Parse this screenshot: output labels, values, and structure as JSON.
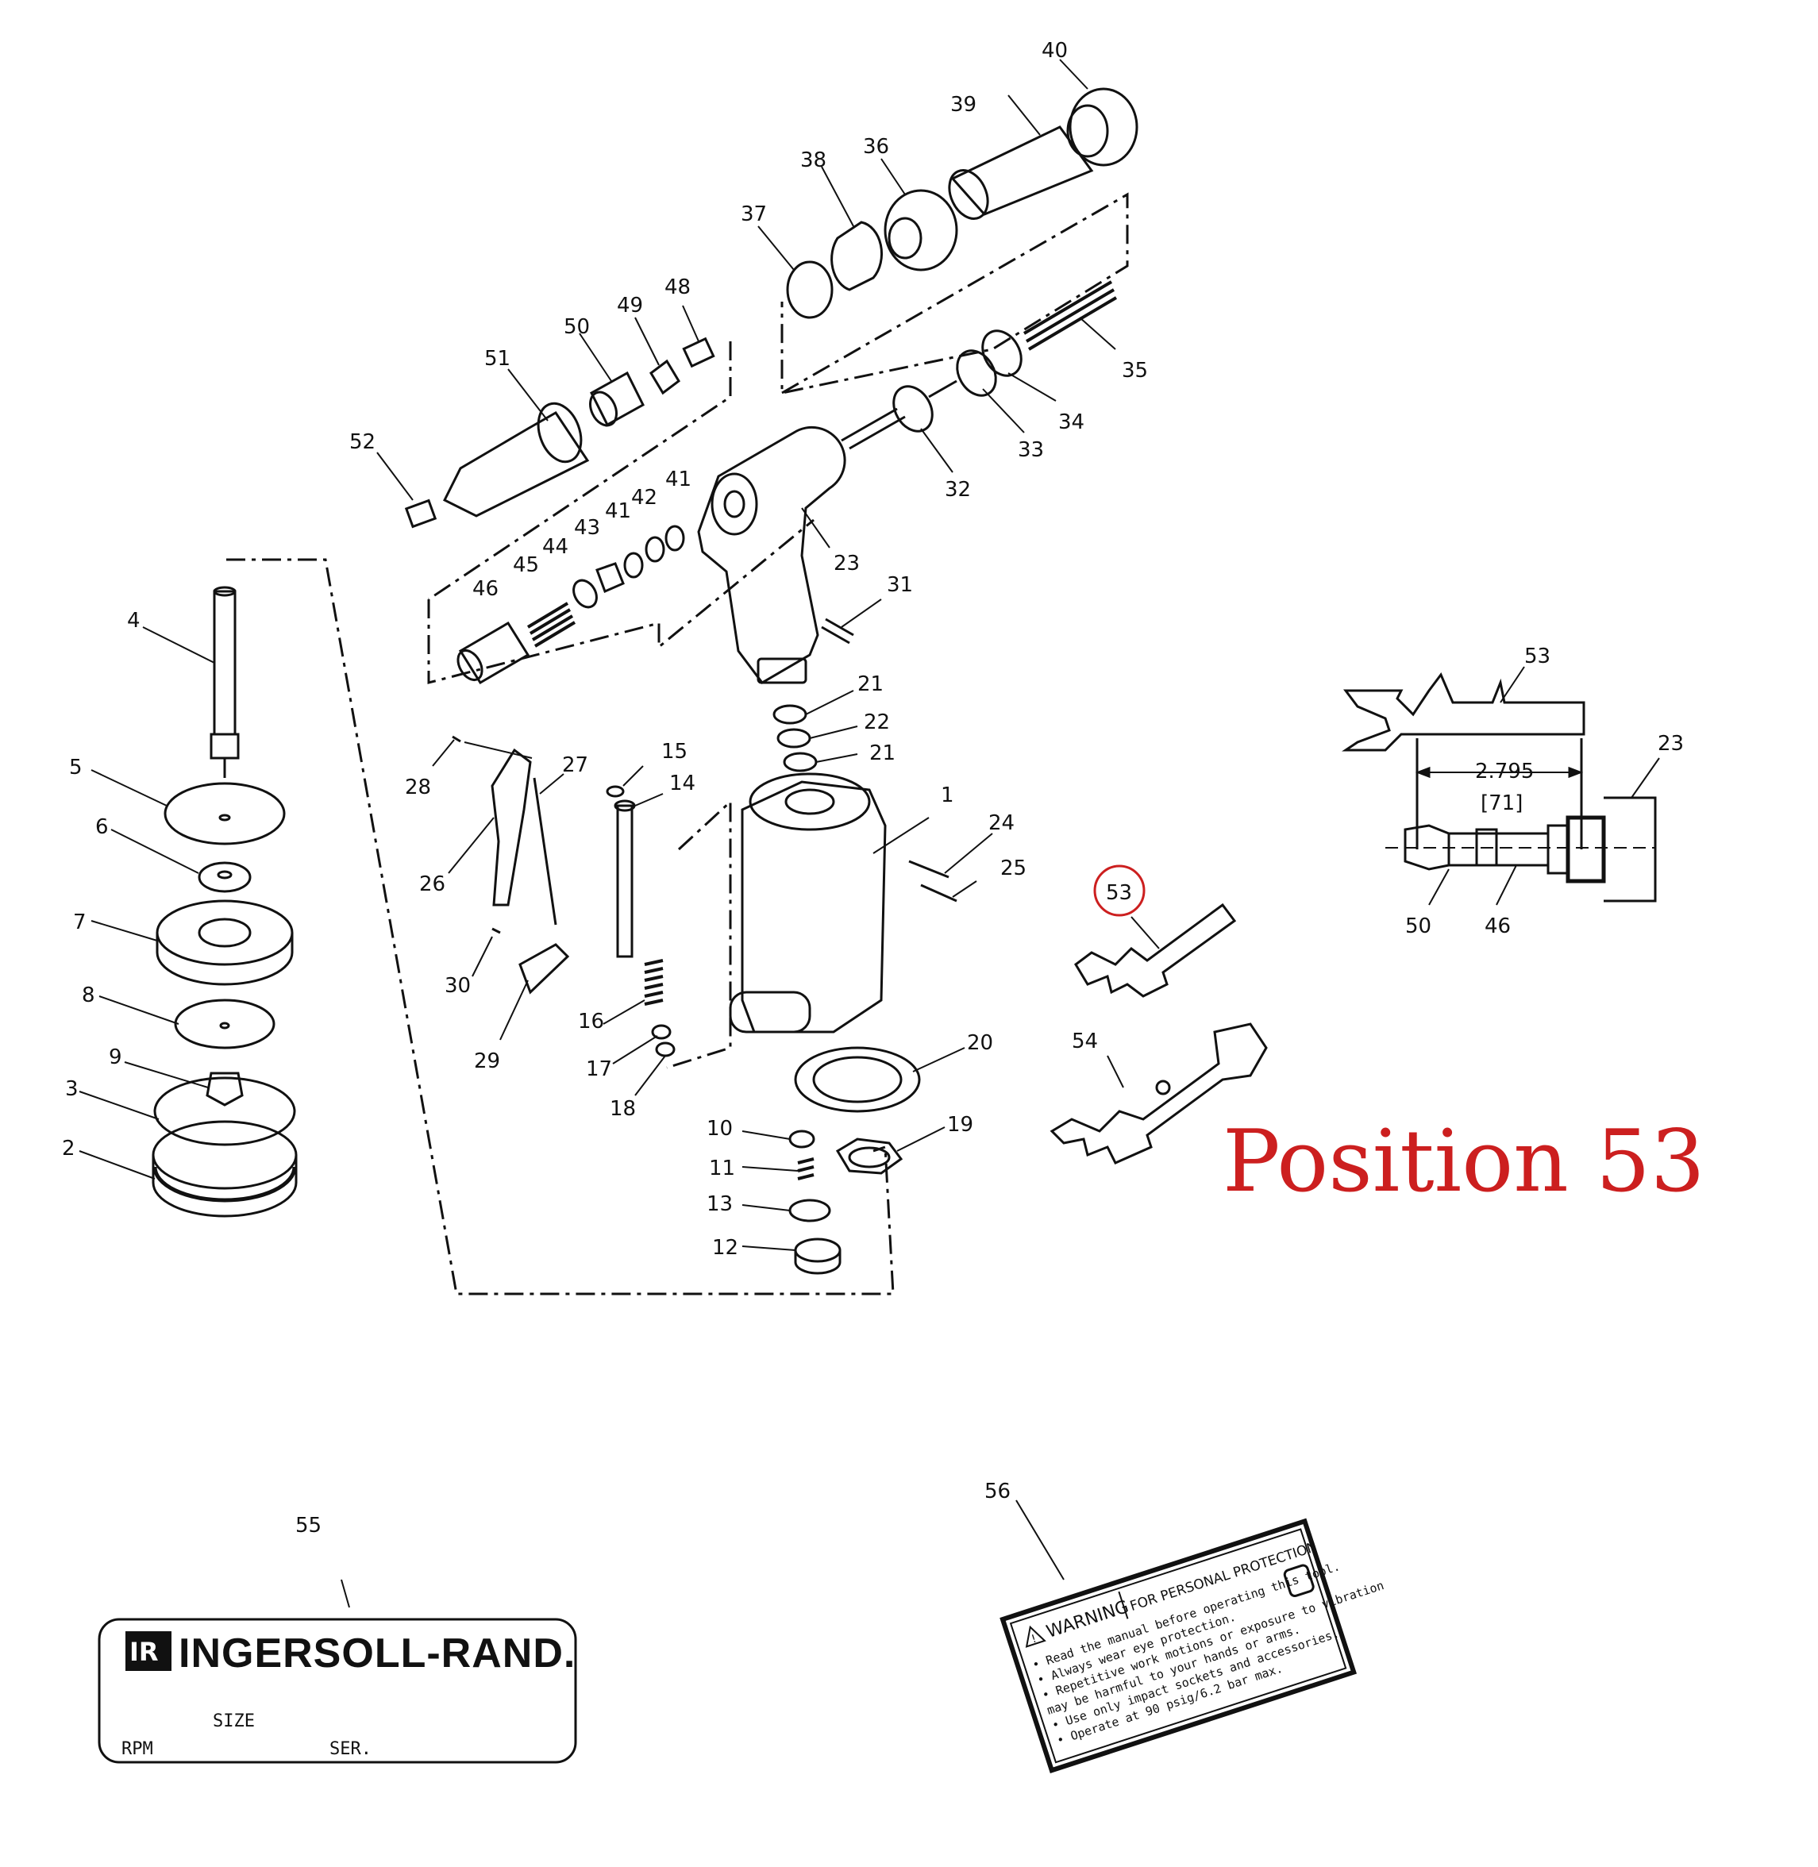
{
  "callouts": {
    "p1": "1",
    "p2": "2",
    "p3": "3",
    "p4": "4",
    "p5": "5",
    "p6": "6",
    "p7": "7",
    "p8": "8",
    "p9": "9",
    "p10": "10",
    "p11": "11",
    "p12": "12",
    "p13": "13",
    "p14": "14",
    "p15": "15",
    "p16": "16",
    "p17": "17",
    "p18": "18",
    "p19": "19",
    "p20": "20",
    "p21a": "21",
    "p21b": "21",
    "p22": "22",
    "p23": "23",
    "p24": "24",
    "p25": "25",
    "p26": "26",
    "p27": "27",
    "p28": "28",
    "p29": "29",
    "p30": "30",
    "p31": "31",
    "p32": "32",
    "p33": "33",
    "p34": "34",
    "p35": "35",
    "p36": "36",
    "p37": "37",
    "p38": "38",
    "p39": "39",
    "p40": "40",
    "p41a": "41",
    "p41b": "41",
    "p42": "42",
    "p43": "43",
    "p44": "44",
    "p45": "45",
    "p46": "46",
    "p48": "48",
    "p49": "49",
    "p50": "50",
    "p51": "51",
    "p52": "52",
    "p53": "53",
    "p54": "54",
    "p55": "55",
    "p56": "56"
  },
  "detail": {
    "label_53": "53",
    "label_23": "23",
    "label_50": "50",
    "label_46": "46",
    "dimension": "2.795",
    "dimension_metric": "[71]"
  },
  "position_caption": "Position 53",
  "nameplate": {
    "logo_text": "INGERSOLL-RAND.",
    "size_label": "SIZE",
    "rpm_label": "RPM",
    "ser_label": "SER."
  },
  "warning_label": {
    "warning": "WARNING",
    "header": "FOR PERSONAL PROTECTION",
    "lines": [
      "• Read the manual before operating this tool.",
      "• Always wear eye protection.",
      "• Repetitive work motions or exposure to vibration",
      "  may be harmful to your hands or arms.",
      "• Use only impact sockets and accessories.",
      "• Operate at 90 psig/6.2 bar max."
    ]
  },
  "colors": {
    "line": "#111111",
    "highlight": "#cc1f1f"
  }
}
